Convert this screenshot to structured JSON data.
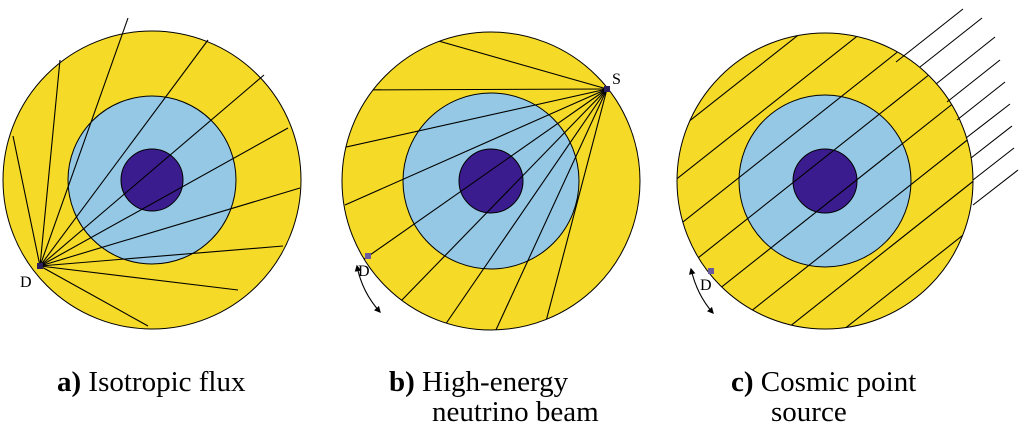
{
  "colors": {
    "crust": "#F5DA28",
    "mantle": "#94C8E4",
    "core": "#3B1C8E",
    "outline": "#000000",
    "line": "#000000"
  },
  "panels": [
    {
      "letter": "a)",
      "caption_line1": "Isotropic flux",
      "caption_line2": "",
      "detector_label": "D",
      "source_label": ""
    },
    {
      "letter": "b)",
      "caption_line1": "High-energy",
      "caption_line2": "neutrino beam",
      "detector_label": "D",
      "source_label": "S"
    },
    {
      "letter": "c)",
      "caption_line1": "Cosmic point",
      "caption_line2": "source",
      "detector_label": "D",
      "source_label": ""
    }
  ]
}
